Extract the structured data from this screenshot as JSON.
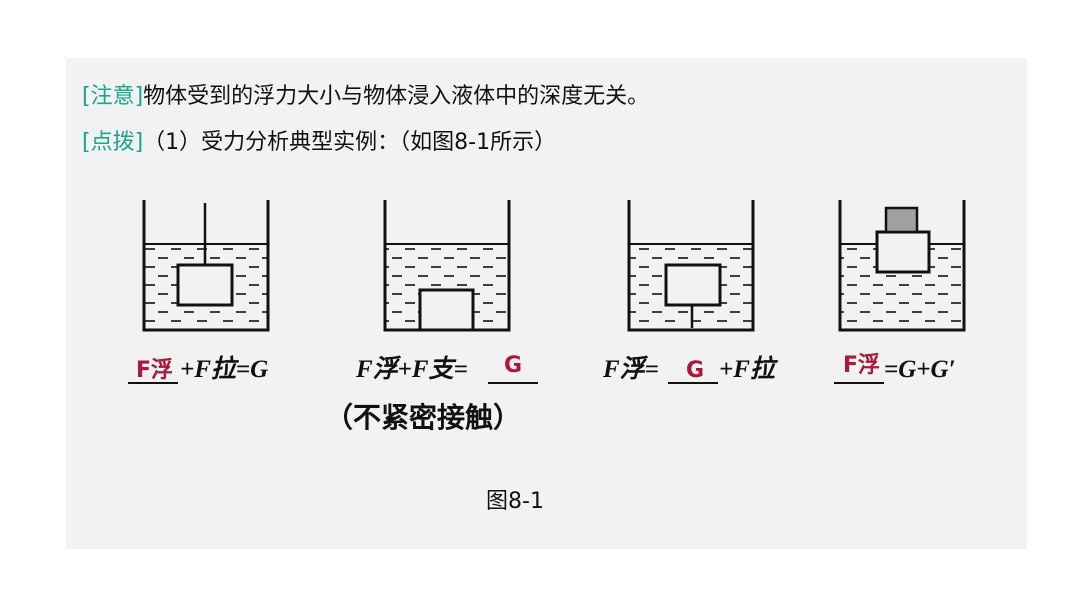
{
  "text": {
    "note_tag": "[注意]",
    "note_body": "物体受到的浮力大小与物体浸入液体中的深度无关。",
    "tip_tag": "[点拨]",
    "tip_body": "（1）受力分析典型实例：（如图8-1所示）"
  },
  "formulas": {
    "f1": {
      "blank": "F浮",
      "sum": "+F拉=G"
    },
    "f2": {
      "left": "F浮+F支=",
      "blank": "G",
      "note": "（不紧密接触）"
    },
    "f3": {
      "left": "F浮=",
      "blank": "G",
      "right": "+F拉"
    },
    "f4": {
      "blank": "F浮",
      "right": "=G+G′"
    }
  },
  "caption": "图8-1",
  "colors": {
    "panel_bg": "#f2f2f2",
    "tag_green": "#1aa68c",
    "answer_red": "#b0153a",
    "ink": "#111111",
    "weight_gray": "#a0a0a0"
  }
}
